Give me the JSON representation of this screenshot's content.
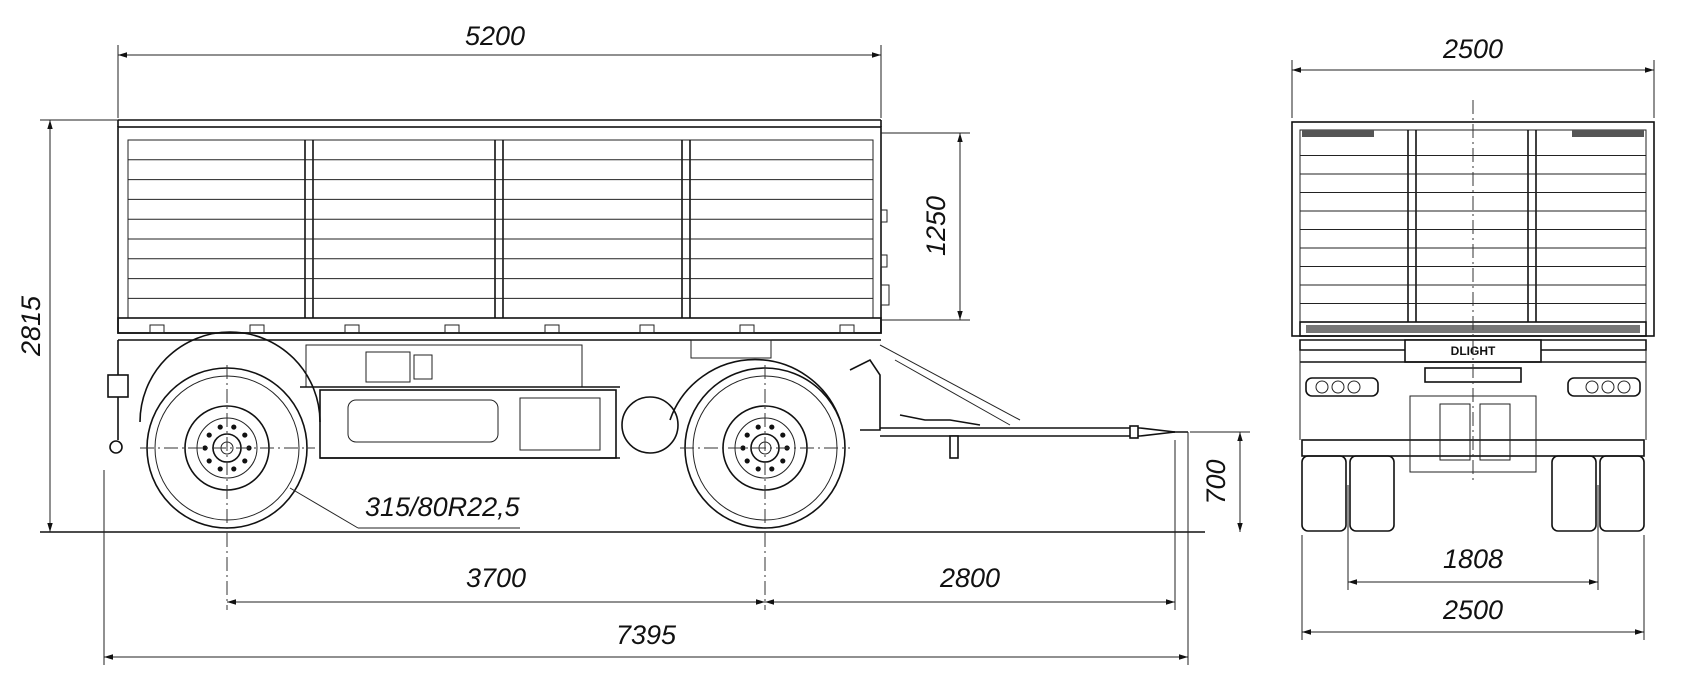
{
  "dimensions": {
    "body_length": "5200",
    "body_height": "1250",
    "overall_height": "2815",
    "tyre": "315/80R22,5",
    "coupling_height": "700",
    "wheelbase": "3700",
    "drawbar": "2800",
    "overall_length": "7395",
    "width_top": "2500",
    "track": "1808",
    "width_bottom": "2500"
  },
  "brand_plate": "DLIGHT",
  "colors": {
    "line": "#111111",
    "background": "#ffffff"
  }
}
